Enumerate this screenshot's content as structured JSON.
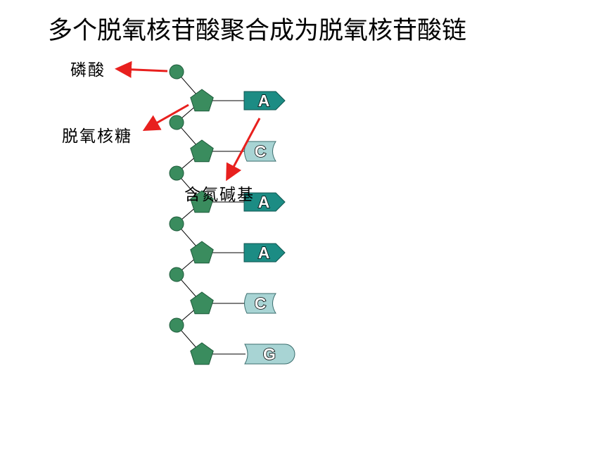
{
  "title": "多个脱氧核苷酸聚合成为脱氧核苷酸链",
  "labels": {
    "phosphate": "磷酸",
    "deoxyribose": "脱氧核糖",
    "nitrogenous_base": "含氮碱基"
  },
  "nucleotides": [
    {
      "base": "A"
    },
    {
      "base": "C"
    },
    {
      "base": "A"
    },
    {
      "base": "A"
    },
    {
      "base": "C"
    },
    {
      "base": "G"
    }
  ],
  "colors": {
    "phosphate_fill": "#3a8c5e",
    "sugar_fill": "#3a8c5e",
    "purine_fill": "#1c8c84",
    "pyrimidine_fill": "#a8d4d4",
    "arrow": "#e8201e"
  }
}
